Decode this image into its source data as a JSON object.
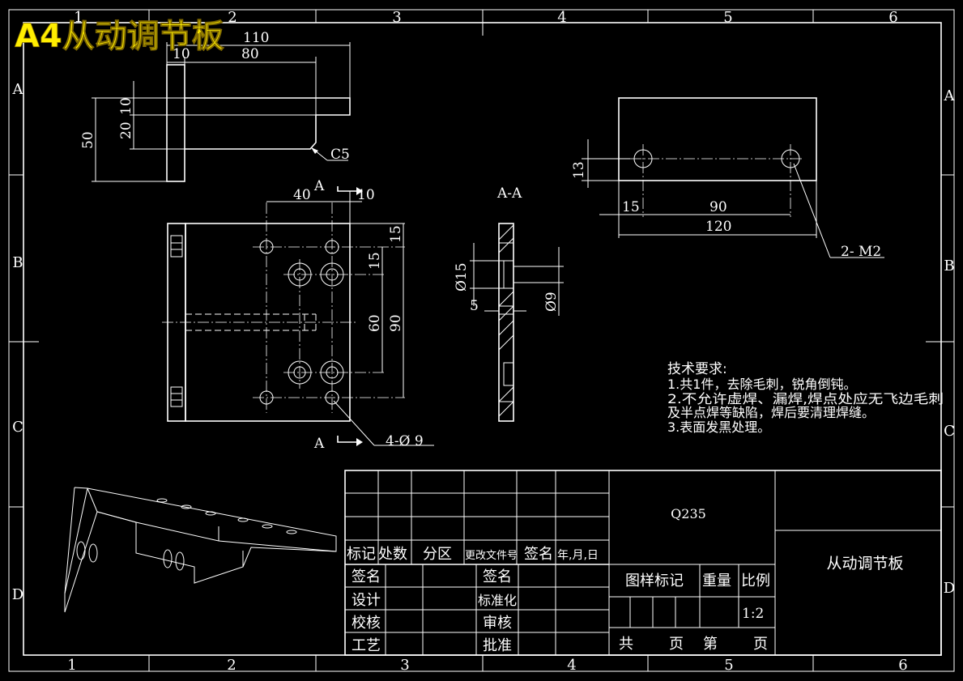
{
  "title": "A4从动调节板",
  "colors": {
    "background": "#000000",
    "lines": "#ffffff",
    "title": "#ffee00"
  },
  "frame": {
    "col_labels": [
      "1",
      "2",
      "3",
      "4",
      "5",
      "6"
    ],
    "row_labels": [
      "A",
      "B",
      "C",
      "D"
    ]
  },
  "top_view": {
    "dims": [
      "110",
      "10",
      "80",
      "10",
      "20",
      "50"
    ],
    "chamfer": "C5"
  },
  "front_view": {
    "dims": [
      "40",
      "10",
      "15",
      "15",
      "60",
      "90"
    ],
    "section_marks": [
      "A",
      "A"
    ],
    "hole_note": "4-Ø 9"
  },
  "section_view": {
    "title": "A-A",
    "dims": [
      "Ø15",
      "5",
      "Ø9"
    ]
  },
  "right_view": {
    "dims": [
      "13",
      "15",
      "90",
      "120"
    ],
    "thread_note": "2- M2"
  },
  "tech_notes": {
    "heading": "技术要求:",
    "lines": [
      "1.共1件，去除毛刺，锐角倒钝。",
      "2.不允许虚焊、漏焊,焊点处应无飞边毛刺",
      "及半点焊等缺陷，焊后要清理焊缝。",
      "3.表面发黑处理。"
    ]
  },
  "title_block": {
    "material": "Q235",
    "part_name": "从动调节板",
    "revision_header": [
      "标记",
      "处数",
      "分区",
      "更改文件号",
      "签名",
      "年,月,日"
    ],
    "left_labels": [
      "签名",
      "设计",
      "校核",
      "工艺"
    ],
    "mid_labels": [
      "签名",
      "标准化",
      "审核",
      "批准"
    ],
    "info_headers": [
      "图样标记",
      "重量",
      "比例"
    ],
    "scale": "1:2",
    "sheet_text": [
      "共",
      "页",
      "第",
      "页"
    ]
  }
}
